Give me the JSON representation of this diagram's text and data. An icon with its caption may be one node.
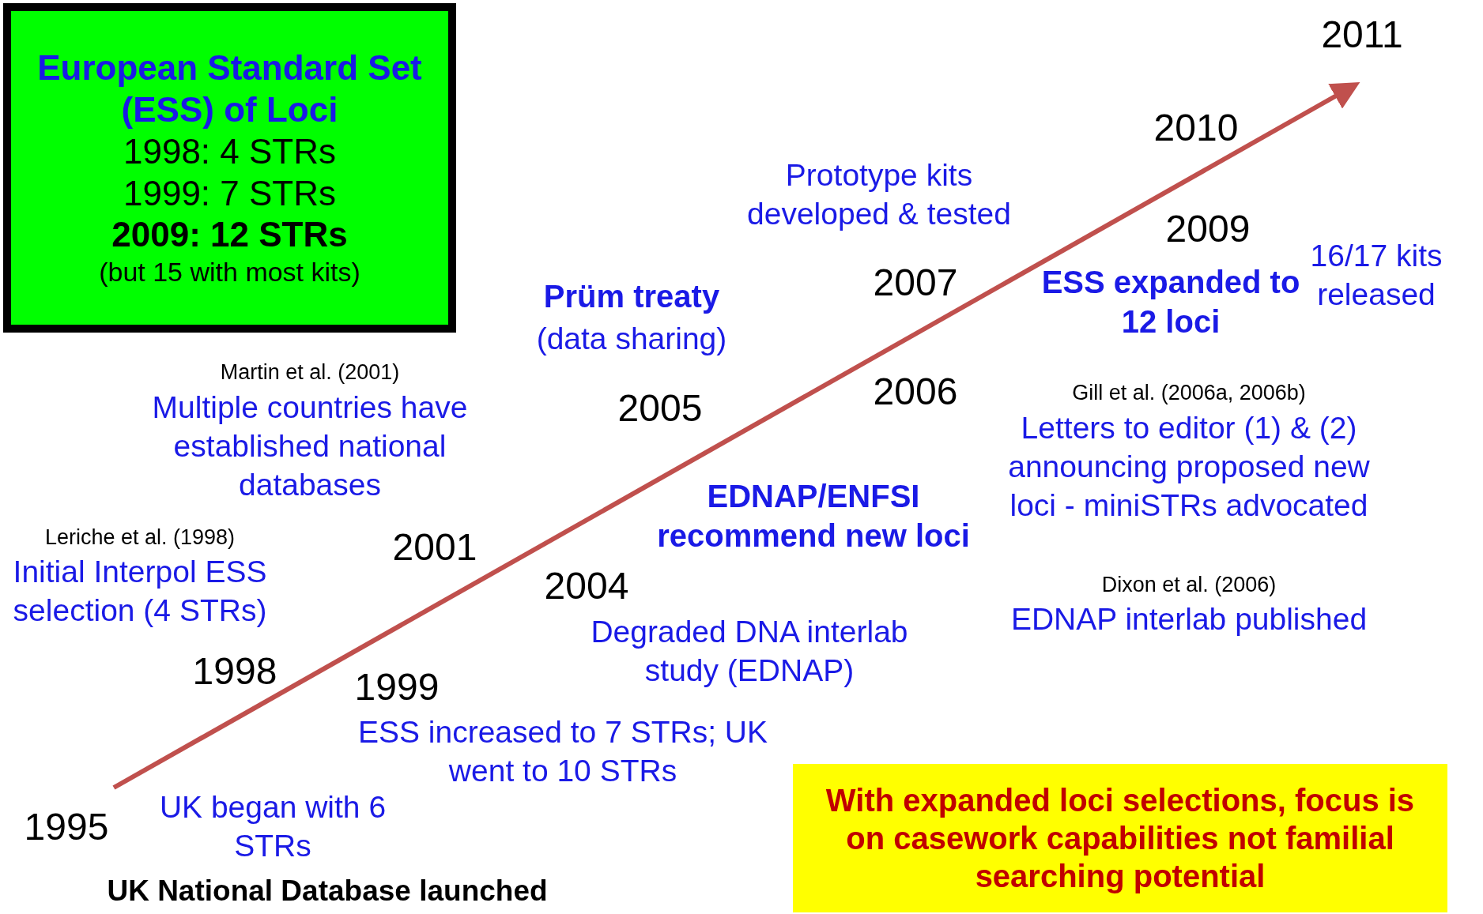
{
  "diagram": {
    "nodes": [
      {
        "text": [
          "European Standard Set (ESS) of Loci",
          "1998: 4 STRs",
          "1999: 7 STRs",
          "2009: 12 STRs",
          "(but 15 with most kits)"
        ]
      },
      {
        "text": [
          "With expanded loci selections, focus is on casework capabilities not familial searching potential"
        ]
      }
    ],
    "labels": [
      "2011",
      "2010",
      "Prototype kits developed & tested",
      "16/17 kits released",
      "2009",
      "Prüm treaty",
      "(data sharing)",
      "2007",
      "ESS expanded to 12 loci",
      "Martin et al. (2001)",
      "Multiple countries have established national databases",
      "2005",
      "2006",
      "Gill et al. (2006a, 2006b)",
      "Letters to editor (1) & (2) announcing proposed new loci - miniSTRs advocated",
      "EDNAP/ENFSI recommend new loci",
      "Leriche et al. (1998)",
      "Initial Interpol ESS selection (4 STRs)",
      "2001",
      "2004",
      "Dixon et al. (2006)",
      "EDNAP interlab published",
      "Degraded DNA interlab study (EDNAP)",
      "1998",
      "1999",
      "ESS increased to 7 STRs; UK went to 10 STRs",
      "1995",
      "UK began with 6 STRs",
      "UK National Database launched"
    ]
  }
}
